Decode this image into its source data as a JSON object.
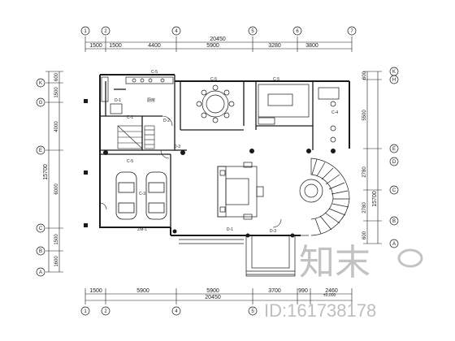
{
  "dims": {
    "top_total": "20450",
    "top_inner": "5900",
    "top_segments": [
      "1500",
      "1500",
      "4400",
      "3280",
      "3800"
    ],
    "bottom_segments": [
      "1500",
      "5900",
      "5900",
      "3700",
      "990",
      "2460"
    ],
    "bottom_total": "20450",
    "left_segments": [
      "600",
      "1500",
      "4000",
      "6000",
      "1500",
      "1600"
    ],
    "left_total": "15700",
    "right_segments": [
      "600",
      "5500",
      "2780",
      "2780",
      "600"
    ],
    "right_total": "15700"
  },
  "axes": {
    "top": [
      "1",
      "2",
      "4",
      "5",
      "6",
      "7"
    ],
    "left": [
      "K",
      "G",
      "E",
      "C",
      "B",
      "A"
    ],
    "right": [
      "K",
      "H",
      "E",
      "D",
      "C",
      "B",
      "A"
    ]
  },
  "room_labels": [
    "厨房",
    "D-1",
    "D-2",
    "C-5",
    "C-5",
    "D-3",
    "C-5",
    "C-1",
    "C-3",
    "C-4",
    "C-5",
    "ZM-1",
    "D-1",
    "D-3"
  ],
  "level_mark": "±0.000",
  "watermark": {
    "logo_text": "知末",
    "id_text": "ID:161738178"
  },
  "colors": {
    "line": "#1a1a1a",
    "fill": "#ffffff",
    "watermark": "#b8b8b8"
  }
}
